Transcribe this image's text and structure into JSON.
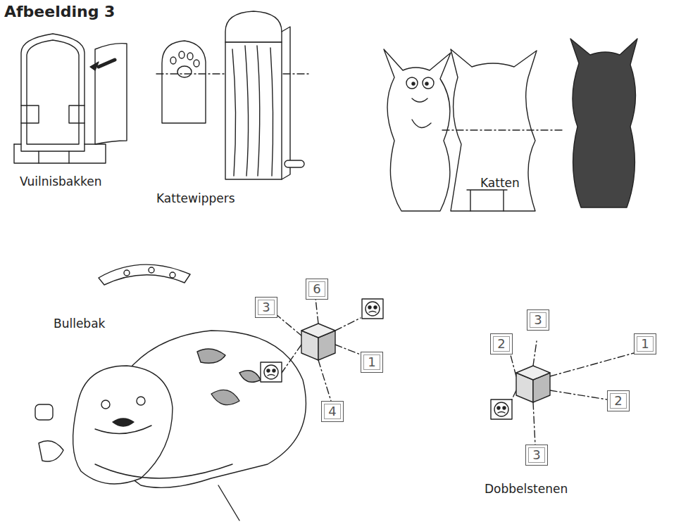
{
  "diagram": {
    "title": "Afbeelding 3",
    "nodes": [
      {
        "text": [
          "6"
        ]
      },
      {
        "text": [
          "3"
        ]
      },
      {
        "text": [
          "1"
        ]
      },
      {
        "text": [
          "4"
        ]
      },
      {
        "text": [
          "3"
        ]
      },
      {
        "text": [
          "2"
        ]
      },
      {
        "text": [
          "1"
        ]
      },
      {
        "text": [
          "2"
        ]
      },
      {
        "text": [
          "3"
        ]
      }
    ],
    "labels": [
      "Vuilnisbakken",
      "Kattewippers",
      "Katten",
      "Bullebak",
      "Dobbelstenen"
    ]
  }
}
